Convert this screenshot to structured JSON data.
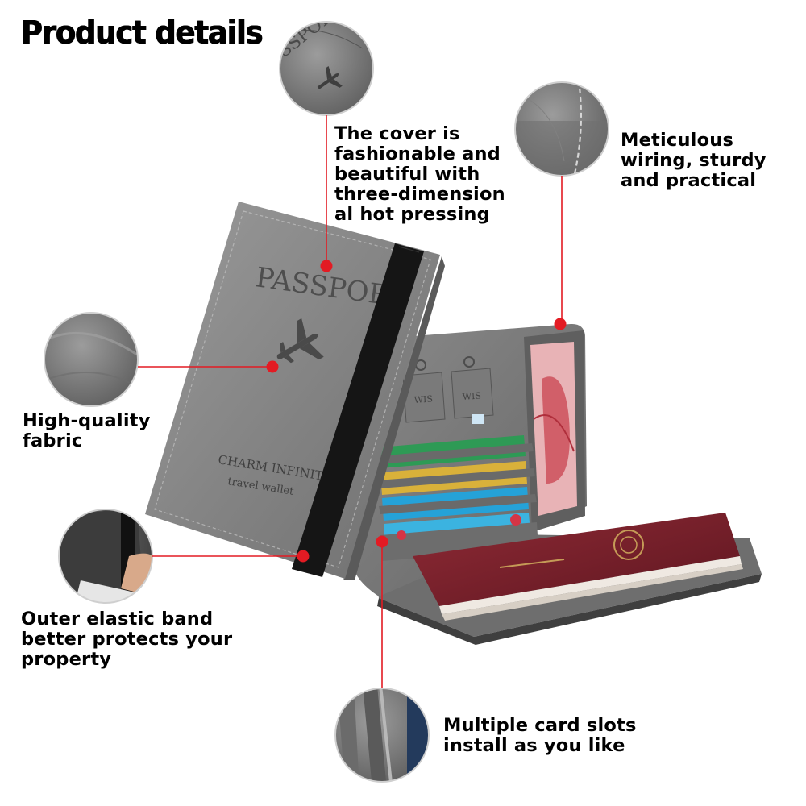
{
  "header": {
    "title": "Product details"
  },
  "product": {
    "cover_emboss": "PASSPOR",
    "brand_line": "CHARM INFINITE",
    "sub_line": "travel wallet",
    "sim_label_left": "WIS",
    "sim_label_right": "WIS",
    "zoom_emboss_text": "SSPORT"
  },
  "callouts": {
    "cover": {
      "lines": [
        "The cover is",
        "fashionable and",
        "beautiful with",
        "three-dimension",
        "al hot pressing"
      ]
    },
    "wiring": {
      "lines": [
        "Meticulous",
        "wiring, sturdy",
        "and practical"
      ]
    },
    "fabric": {
      "lines": [
        "High-quality",
        "fabric"
      ]
    },
    "band": {
      "lines": [
        "Outer elastic band",
        "better protects your",
        "property"
      ]
    },
    "slots": {
      "lines": [
        "Multiple card slots",
        "install as you like"
      ]
    }
  },
  "colors": {
    "marker": "#e31b23",
    "leather": "#7d7d7d",
    "passport": "#7a1f2a"
  }
}
